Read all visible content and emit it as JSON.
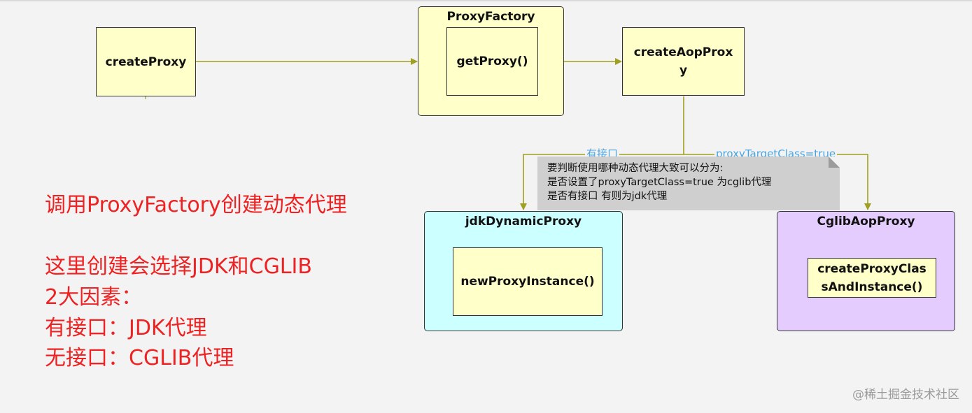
{
  "diagram": {
    "boxes": {
      "create_proxy": "createProxy",
      "proxy_factory_title": "ProxyFactory",
      "get_proxy": "getProxy()",
      "create_aop_proxy": "createAopProxy",
      "jdk_title": "jdkDynamicProxy",
      "new_proxy_instance": "newProxyInstance()",
      "cglib_title": "CglibAopProxy",
      "create_proxy_class": "createProxyClassAndInstance()"
    },
    "edge_labels": {
      "left": "有接口",
      "right": "proxyTargetClass=true"
    },
    "note": {
      "lines": [
        "要判断使用哪种动态代理大致可以分为:",
        "是否设置了proxyTargetClass=true 为cglib代理",
        "是否有接口  有则为jdk代理"
      ]
    },
    "colors": {
      "line": "#a0a020",
      "yellow_fill": "#ffffc9",
      "cyan_fill": "#ccffff",
      "purple_fill": "#e5ccff",
      "red_text": "#ee2222",
      "edge_label": "#4aa3df"
    }
  },
  "explanation": {
    "lines": [
      "调用ProxyFactory创建动态代理",
      "这里创建会选择JDK和CGLIB",
      "2大因素：",
      "有接口：JDK代理",
      "无接口：CGLIB代理"
    ]
  },
  "watermark": "@稀土掘金技术社区"
}
